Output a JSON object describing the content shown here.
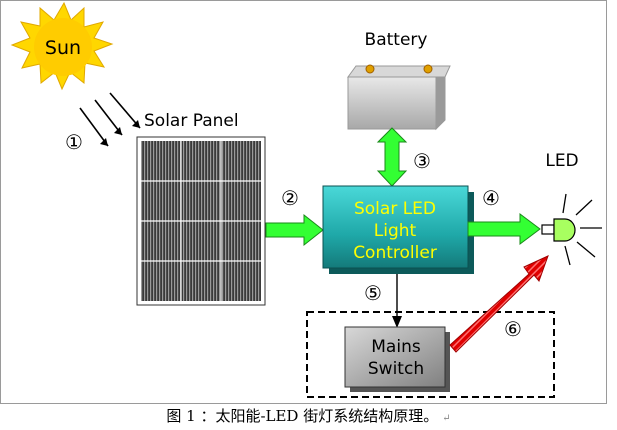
{
  "labels": {
    "sun": "Sun",
    "battery": "Battery",
    "solar_panel": "Solar Panel",
    "led": "LED",
    "controller_line1": "Solar LED",
    "controller_line2": "Light",
    "controller_line3": "Controller",
    "mains_line1": "Mains",
    "mains_line2": "Switch"
  },
  "markers": [
    "①",
    "②",
    "③",
    "④",
    "⑤",
    "⑥"
  ],
  "caption": "图 1 ：太阳能-LED 街灯系统结构原理。",
  "caption_mark": "↵",
  "colors": {
    "sun": "#ffd700",
    "arrow_green": "#33ff33",
    "controller_teal": "#1fb6b6",
    "controller_text": "#ffff00",
    "battery_gray": "#c8c8c8",
    "red_arrow": "#e00000"
  }
}
